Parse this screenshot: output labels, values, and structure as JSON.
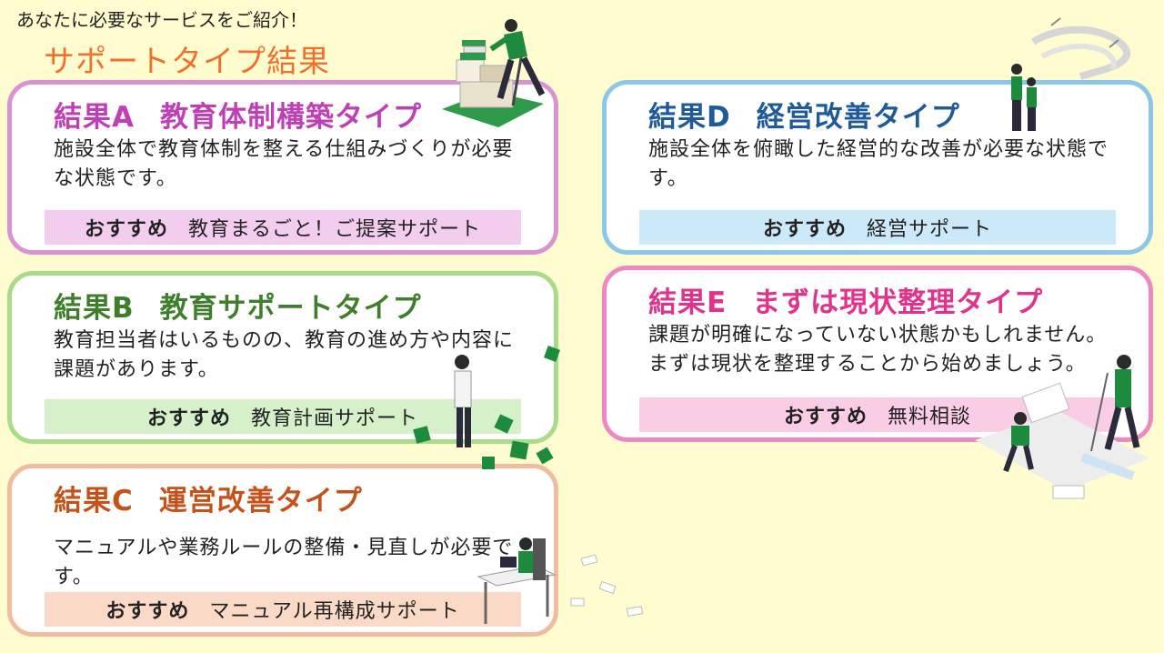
{
  "intro_text": "あなたに必要なサービスをご紹介！",
  "heading": "サポートタイプ結果",
  "recommend_label": "おすすめ",
  "cards": {
    "A": {
      "result_label": "結果A",
      "type_name": "教育体制構築タイプ",
      "description": "施設全体で教育体制を整える仕組みづくりが必要な状態です。",
      "service": "教育まるごと！ご提案サポート"
    },
    "B": {
      "result_label": "結果B",
      "type_name": "教育サポートタイプ",
      "description": "教育担当者はいるものの、教育の進め方や内容に課題があります。",
      "service": "教育計画サポート"
    },
    "C": {
      "result_label": "結果C",
      "type_name": "運営改善タイプ",
      "description": "マニュアルや業務ルールの整備・見直しが必要です。",
      "service": "マニュアル再構成サポート"
    },
    "D": {
      "result_label": "結果D",
      "type_name": "経営改善タイプ",
      "description": "施設全体を俯瞰した経営的な改善が必要な状態です。",
      "service": "経営サポート"
    },
    "E": {
      "result_label": "結果E",
      "type_name": "まずは現状整理タイプ",
      "description": "課題が明確になっていない状態かもしれません。まずは現状を整理することから始めましょう。",
      "service": "無料相談"
    }
  },
  "colors": {
    "background": "#fffdd0",
    "heading": "#f0702c",
    "card_a": "#bf3fb6",
    "card_b": "#3f7e2b",
    "card_c": "#c4521a",
    "card_d": "#1f5b99",
    "card_e": "#e0338c",
    "illustration_accent": "#1e8a3e"
  }
}
